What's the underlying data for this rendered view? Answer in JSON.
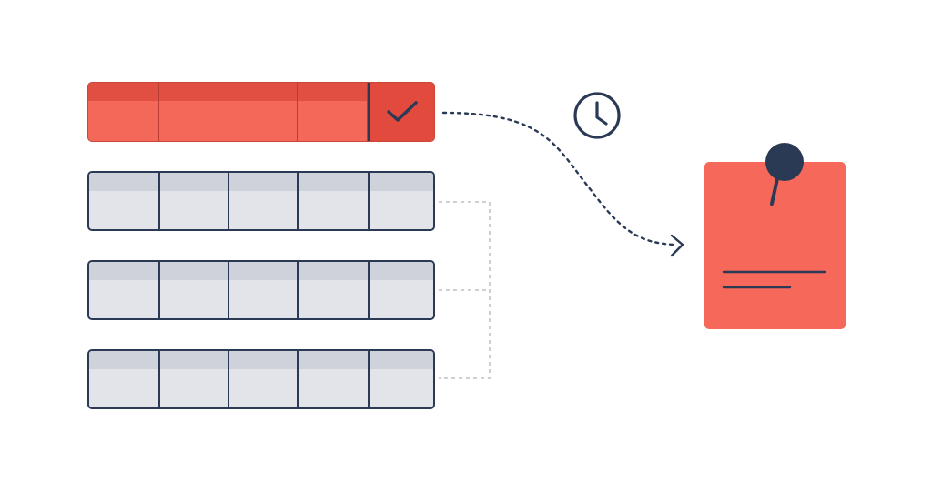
{
  "rows": [
    {
      "state": "selected",
      "cells": 5
    },
    {
      "state": "inactive",
      "cells": 5
    },
    {
      "state": "inactive",
      "cells": 5
    },
    {
      "state": "inactive",
      "cells": 5
    }
  ],
  "colors": {
    "accent": "#f4685a",
    "accent_dark": "#e24a3d",
    "outline": "#2a3a55",
    "row_fill": "#e2e4e9",
    "row_band": "#cfd2da",
    "connector": "#c7c9cf",
    "note": "#f6685a"
  },
  "icons": {
    "check": "check-icon",
    "clock": "clock-icon",
    "pin": "pin-icon",
    "arrow": "dotted-arrow"
  }
}
